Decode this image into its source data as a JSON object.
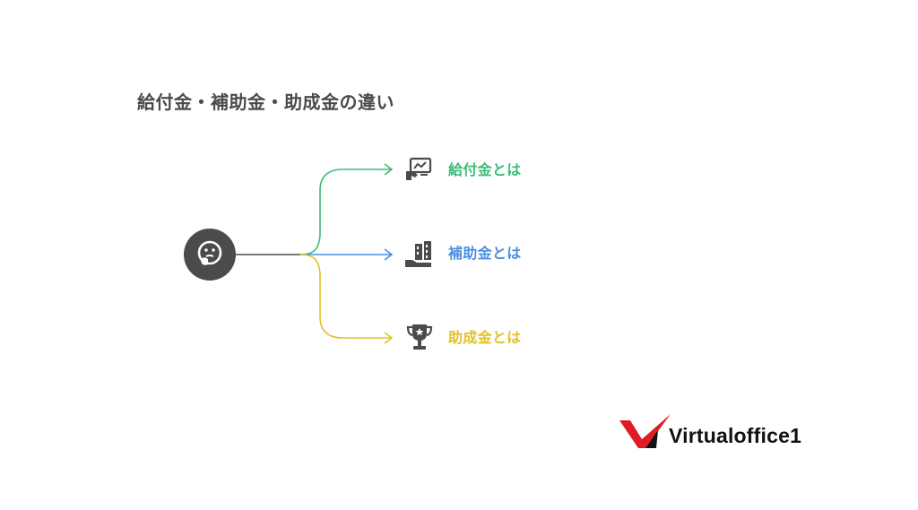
{
  "title": "給付金・補助金・助成金の違い",
  "hub": {
    "icon": "thinking-face-icon",
    "color": "#4b4b4b"
  },
  "branches": [
    {
      "label": "給付金とは",
      "icon": "money-hand-icon",
      "color": "#3dbb7a"
    },
    {
      "label": "補助金とは",
      "icon": "building-hand-icon",
      "color": "#4a8fe0"
    },
    {
      "label": "助成金とは",
      "icon": "trophy-icon",
      "color": "#e2c12a"
    }
  ],
  "logo": {
    "text": "Virtualoffice1",
    "mark_color": "#e01b24",
    "icon": "v-mark-icon"
  }
}
